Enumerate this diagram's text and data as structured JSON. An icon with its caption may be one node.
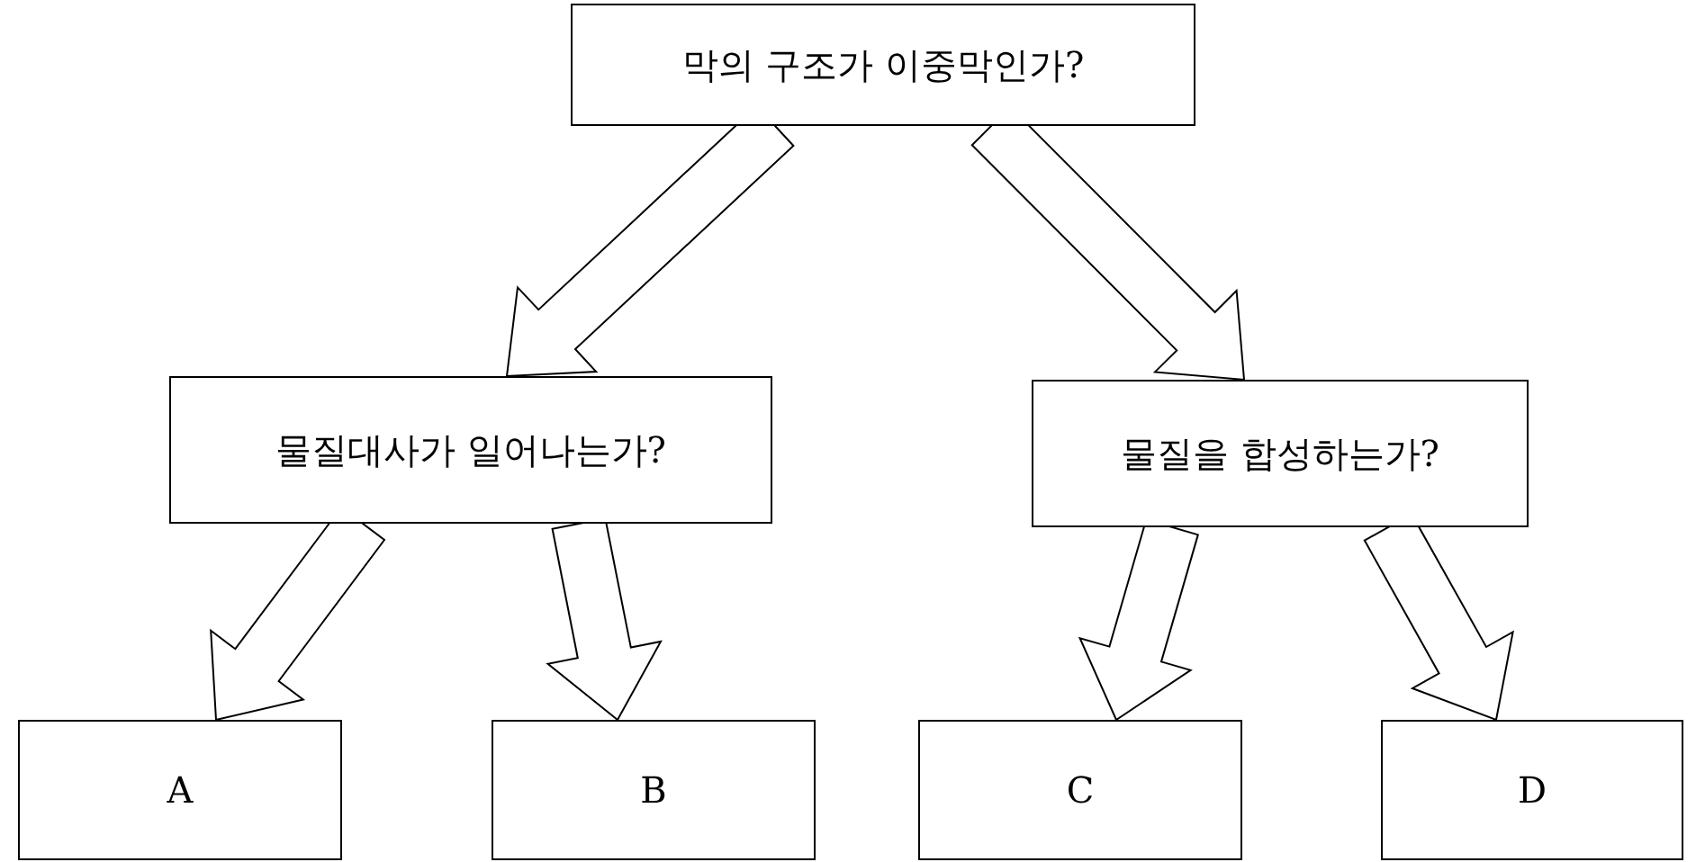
{
  "diagram": {
    "nodes": [
      {
        "text": [
          "막의 구조가 이중막인가?"
        ]
      },
      {
        "text": [
          "물질대사가 일어나는가?"
        ]
      },
      {
        "text": [
          "물질을 합성하는가?"
        ]
      },
      {
        "text": [
          "A"
        ]
      },
      {
        "text": [
          "B"
        ]
      },
      {
        "text": [
          "C"
        ]
      },
      {
        "text": [
          "D"
        ]
      }
    ],
    "edges": [
      {
        "from": 0,
        "to": 1,
        "arrow": "to"
      },
      {
        "from": 0,
        "to": 2,
        "arrow": "to"
      },
      {
        "from": 1,
        "to": 3,
        "arrow": "to"
      },
      {
        "from": 1,
        "to": 4,
        "arrow": "to"
      },
      {
        "from": 2,
        "to": 5,
        "arrow": "to"
      },
      {
        "from": 2,
        "to": 6,
        "arrow": "to"
      }
    ]
  }
}
